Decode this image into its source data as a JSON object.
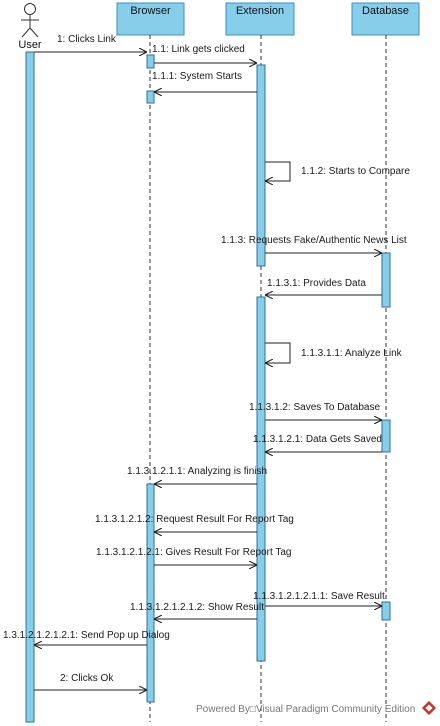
{
  "diagram": {
    "type": "sequence",
    "actor": {
      "name": "User"
    },
    "lifelines": [
      {
        "id": "browser",
        "name": "Browser"
      },
      {
        "id": "extension",
        "name": "Extension"
      },
      {
        "id": "database",
        "name": "Database"
      }
    ],
    "messages": [
      {
        "label": "1: Clicks Link",
        "from": "user",
        "to": "browser"
      },
      {
        "label": "1.1: Link gets clicked",
        "from": "browser",
        "to": "extension"
      },
      {
        "label": "1.1.1: System Starts",
        "from": "extension",
        "to": "browser"
      },
      {
        "label": "1.1.2: Starts to Compare",
        "from": "extension",
        "to": "extension"
      },
      {
        "label": "1.1.3: Requests Fake/Authentic News List",
        "from": "extension",
        "to": "database"
      },
      {
        "label": "1.1.3.1: Provides Data",
        "from": "database",
        "to": "extension"
      },
      {
        "label": "1.1.3.1.1: Analyze Link",
        "from": "extension",
        "to": "extension"
      },
      {
        "label": "1.1.3.1.2: Saves To Database",
        "from": "extension",
        "to": "database"
      },
      {
        "label": "1.1.3.1.2.1: Data Gets Saved",
        "from": "database",
        "to": "extension"
      },
      {
        "label": "1.1.3.1.2.1.1: Analyzing is finish",
        "from": "extension",
        "to": "browser"
      },
      {
        "label": "1.1.3.1.2.1.2: Request Result For Report Tag",
        "from": "extension",
        "to": "browser"
      },
      {
        "label": "1.1.3.1.2.1.2.1: Gives Result For Report Tag",
        "from": "browser",
        "to": "extension"
      },
      {
        "label": "1.1.3.1.2.1.2.1.1: Save Result",
        "from": "extension",
        "to": "database"
      },
      {
        "label": "1.1.3.1.2.1.2.1.2: Show Result",
        "from": "extension",
        "to": "browser"
      },
      {
        "label": "1.3.1.2.1.2.1.2.1: Send Pop up Dialog",
        "from": "browser",
        "to": "user"
      },
      {
        "label": "2: Clicks Ok",
        "from": "user",
        "to": "browser"
      }
    ]
  },
  "footer": {
    "text": "Powered By□Visual Paradigm Community Edition"
  },
  "colors": {
    "lifeline_fill": "#87CEEB",
    "lifeline_stroke": "#3c8fc0",
    "line": "#222222",
    "watermark": "#c0392b"
  }
}
